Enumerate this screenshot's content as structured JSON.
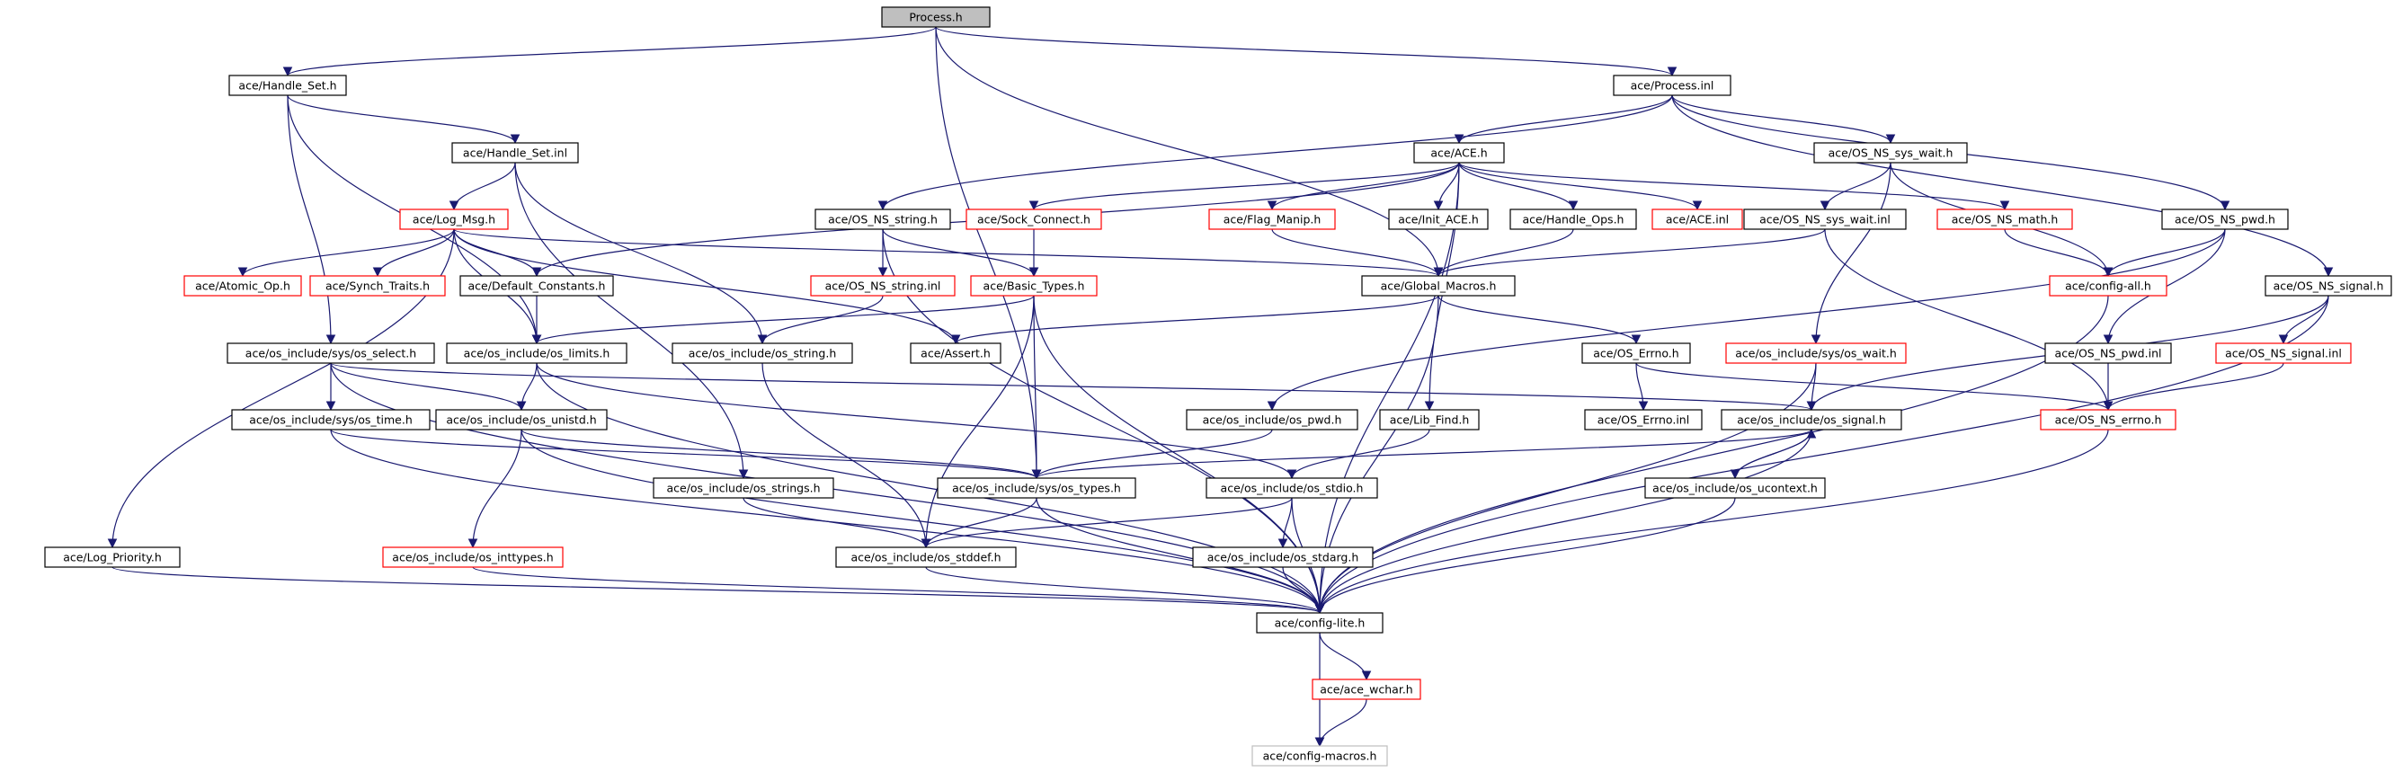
{
  "graph": {
    "title": "Process.h",
    "nodes": [
      {
        "id": "process_h",
        "label": "Process.h",
        "style": "root"
      },
      {
        "id": "handle_set_h",
        "label": "ace/Handle_Set.h",
        "style": "normal"
      },
      {
        "id": "process_inl",
        "label": "ace/Process.inl",
        "style": "normal"
      },
      {
        "id": "handle_set_inl",
        "label": "ace/Handle_Set.inl",
        "style": "normal"
      },
      {
        "id": "ace_h",
        "label": "ace/ACE.h",
        "style": "normal"
      },
      {
        "id": "os_ns_sys_wait_h",
        "label": "ace/OS_NS_sys_wait.h",
        "style": "normal"
      },
      {
        "id": "log_msg_h",
        "label": "ace/Log_Msg.h",
        "style": "red"
      },
      {
        "id": "os_ns_string_h",
        "label": "ace/OS_NS_string.h",
        "style": "normal"
      },
      {
        "id": "sock_connect_h",
        "label": "ace/Sock_Connect.h",
        "style": "red"
      },
      {
        "id": "flag_manip_h",
        "label": "ace/Flag_Manip.h",
        "style": "red"
      },
      {
        "id": "init_ace_h",
        "label": "ace/Init_ACE.h",
        "style": "normal"
      },
      {
        "id": "handle_ops_h",
        "label": "ace/Handle_Ops.h",
        "style": "normal"
      },
      {
        "id": "ace_inl",
        "label": "ace/ACE.inl",
        "style": "red"
      },
      {
        "id": "os_ns_sys_wait_inl",
        "label": "ace/OS_NS_sys_wait.inl",
        "style": "normal"
      },
      {
        "id": "os_ns_math_h",
        "label": "ace/OS_NS_math.h",
        "style": "red"
      },
      {
        "id": "os_ns_pwd_h",
        "label": "ace/OS_NS_pwd.h",
        "style": "normal"
      },
      {
        "id": "atomic_op_h",
        "label": "ace/Atomic_Op.h",
        "style": "red"
      },
      {
        "id": "synch_traits_h",
        "label": "ace/Synch_Traits.h",
        "style": "red"
      },
      {
        "id": "default_constants_h",
        "label": "ace/Default_Constants.h",
        "style": "normal"
      },
      {
        "id": "os_ns_string_inl",
        "label": "ace/OS_NS_string.inl",
        "style": "red"
      },
      {
        "id": "basic_types_h",
        "label": "ace/Basic_Types.h",
        "style": "red"
      },
      {
        "id": "global_macros_h",
        "label": "ace/Global_Macros.h",
        "style": "normal"
      },
      {
        "id": "config_all_h",
        "label": "ace/config-all.h",
        "style": "red"
      },
      {
        "id": "os_ns_signal_h",
        "label": "ace/OS_NS_signal.h",
        "style": "normal"
      },
      {
        "id": "os_select_h",
        "label": "ace/os_include/sys/os_select.h",
        "style": "normal"
      },
      {
        "id": "os_limits_h",
        "label": "ace/os_include/os_limits.h",
        "style": "normal"
      },
      {
        "id": "os_string_h",
        "label": "ace/os_include/os_string.h",
        "style": "normal"
      },
      {
        "id": "assert_h",
        "label": "ace/Assert.h",
        "style": "normal"
      },
      {
        "id": "os_errno_h",
        "label": "ace/OS_Errno.h",
        "style": "normal"
      },
      {
        "id": "os_wait_h",
        "label": "ace/os_include/sys/os_wait.h",
        "style": "red"
      },
      {
        "id": "os_ns_pwd_inl",
        "label": "ace/OS_NS_pwd.inl",
        "style": "normal"
      },
      {
        "id": "os_ns_signal_inl",
        "label": "ace/OS_NS_signal.inl",
        "style": "red"
      },
      {
        "id": "os_time_h",
        "label": "ace/os_include/sys/os_time.h",
        "style": "normal"
      },
      {
        "id": "os_unistd_h",
        "label": "ace/os_include/os_unistd.h",
        "style": "normal"
      },
      {
        "id": "os_pwd_h",
        "label": "ace/os_include/os_pwd.h",
        "style": "normal"
      },
      {
        "id": "lib_find_h",
        "label": "ace/Lib_Find.h",
        "style": "normal"
      },
      {
        "id": "os_errno_inl",
        "label": "ace/OS_Errno.inl",
        "style": "normal"
      },
      {
        "id": "os_signal_h",
        "label": "ace/os_include/os_signal.h",
        "style": "normal"
      },
      {
        "id": "os_ns_errno_h",
        "label": "ace/OS_NS_errno.h",
        "style": "red"
      },
      {
        "id": "os_strings_h",
        "label": "ace/os_include/os_strings.h",
        "style": "normal"
      },
      {
        "id": "os_types_h",
        "label": "ace/os_include/sys/os_types.h",
        "style": "normal"
      },
      {
        "id": "os_stdio_h",
        "label": "ace/os_include/os_stdio.h",
        "style": "normal"
      },
      {
        "id": "os_ucontext_h",
        "label": "ace/os_include/os_ucontext.h",
        "style": "normal"
      },
      {
        "id": "log_priority_h",
        "label": "ace/Log_Priority.h",
        "style": "normal"
      },
      {
        "id": "os_inttypes_h",
        "label": "ace/os_include/os_inttypes.h",
        "style": "red"
      },
      {
        "id": "os_stddef_h",
        "label": "ace/os_include/os_stddef.h",
        "style": "normal"
      },
      {
        "id": "os_stdarg_h",
        "label": "ace/os_include/os_stdarg.h",
        "style": "normal"
      },
      {
        "id": "config_lite_h",
        "label": "ace/config-lite.h",
        "style": "normal"
      },
      {
        "id": "ace_wchar_h",
        "label": "ace/ace_wchar.h",
        "style": "red"
      },
      {
        "id": "config_macros_h",
        "label": "ace/config-macros.h",
        "style": "gray"
      }
    ],
    "edges": [
      [
        "process_h",
        "handle_set_h"
      ],
      [
        "process_h",
        "process_inl"
      ],
      [
        "process_h",
        "os_types_h"
      ],
      [
        "process_h",
        "global_macros_h"
      ],
      [
        "handle_set_h",
        "handle_set_inl"
      ],
      [
        "handle_set_h",
        "os_select_h"
      ],
      [
        "handle_set_h",
        "os_limits_h"
      ],
      [
        "handle_set_inl",
        "log_msg_h"
      ],
      [
        "handle_set_inl",
        "os_string_h"
      ],
      [
        "handle_set_inl",
        "os_strings_h"
      ],
      [
        "process_inl",
        "ace_h"
      ],
      [
        "process_inl",
        "os_ns_string_h"
      ],
      [
        "process_inl",
        "os_ns_sys_wait_h"
      ],
      [
        "process_inl",
        "os_ns_pwd_h"
      ],
      [
        "process_inl",
        "os_ns_signal_h"
      ],
      [
        "ace_h",
        "default_constants_h"
      ],
      [
        "ace_h",
        "sock_connect_h"
      ],
      [
        "ace_h",
        "flag_manip_h"
      ],
      [
        "ace_h",
        "init_ace_h"
      ],
      [
        "ace_h",
        "handle_ops_h"
      ],
      [
        "ace_h",
        "ace_inl"
      ],
      [
        "ace_h",
        "os_ns_math_h"
      ],
      [
        "ace_h",
        "lib_find_h"
      ],
      [
        "ace_h",
        "config_lite_h"
      ],
      [
        "os_ns_sys_wait_h",
        "os_ns_sys_wait_inl"
      ],
      [
        "os_ns_sys_wait_h",
        "os_wait_h"
      ],
      [
        "os_ns_sys_wait_h",
        "config_all_h"
      ],
      [
        "log_msg_h",
        "atomic_op_h"
      ],
      [
        "log_msg_h",
        "synch_traits_h"
      ],
      [
        "log_msg_h",
        "default_constants_h"
      ],
      [
        "log_msg_h",
        "log_priority_h"
      ],
      [
        "log_msg_h",
        "global_macros_h"
      ],
      [
        "log_msg_h",
        "assert_h"
      ],
      [
        "log_msg_h",
        "os_limits_h"
      ],
      [
        "os_ns_string_h",
        "os_ns_string_inl"
      ],
      [
        "os_ns_string_h",
        "basic_types_h"
      ],
      [
        "os_ns_string_h",
        "config_lite_h"
      ],
      [
        "sock_connect_h",
        "basic_types_h"
      ],
      [
        "flag_manip_h",
        "global_macros_h"
      ],
      [
        "handle_ops_h",
        "global_macros_h"
      ],
      [
        "os_ns_sys_wait_inl",
        "global_macros_h"
      ],
      [
        "os_ns_sys_wait_inl",
        "os_ns_errno_h"
      ],
      [
        "os_ns_math_h",
        "config_all_h"
      ],
      [
        "os_ns_pwd_h",
        "config_all_h"
      ],
      [
        "os_ns_pwd_h",
        "os_ns_pwd_inl"
      ],
      [
        "os_ns_pwd_h",
        "os_pwd_h"
      ],
      [
        "default_constants_h",
        "os_limits_h"
      ],
      [
        "os_ns_string_inl",
        "os_string_h"
      ],
      [
        "basic_types_h",
        "os_limits_h"
      ],
      [
        "basic_types_h",
        "os_types_h"
      ],
      [
        "basic_types_h",
        "os_stddef_h"
      ],
      [
        "basic_types_h",
        "config_lite_h"
      ],
      [
        "global_macros_h",
        "assert_h"
      ],
      [
        "global_macros_h",
        "os_errno_h"
      ],
      [
        "global_macros_h",
        "config_lite_h"
      ],
      [
        "config_all_h",
        "config_lite_h"
      ],
      [
        "os_ns_signal_h",
        "os_signal_h"
      ],
      [
        "os_ns_signal_h",
        "os_ns_signal_inl"
      ],
      [
        "os_ns_signal_h",
        "config_lite_h"
      ],
      [
        "os_select_h",
        "os_time_h"
      ],
      [
        "os_select_h",
        "os_unistd_h"
      ],
      [
        "os_select_h",
        "os_signal_h"
      ],
      [
        "os_select_h",
        "config_lite_h"
      ],
      [
        "os_limits_h",
        "os_unistd_h"
      ],
      [
        "os_limits_h",
        "os_stdio_h"
      ],
      [
        "os_limits_h",
        "config_lite_h"
      ],
      [
        "os_string_h",
        "os_stddef_h"
      ],
      [
        "os_errno_h",
        "os_errno_inl"
      ],
      [
        "os_errno_h",
        "os_ns_errno_h"
      ],
      [
        "os_wait_h",
        "os_signal_h"
      ],
      [
        "os_wait_h",
        "config_lite_h"
      ],
      [
        "os_ns_pwd_inl",
        "os_ns_errno_h"
      ],
      [
        "os_ns_signal_inl",
        "os_ns_errno_h"
      ],
      [
        "os_time_h",
        "os_types_h"
      ],
      [
        "os_time_h",
        "config_lite_h"
      ],
      [
        "os_unistd_h",
        "os_types_h"
      ],
      [
        "os_unistd_h",
        "os_inttypes_h"
      ],
      [
        "os_unistd_h",
        "config_lite_h"
      ],
      [
        "os_pwd_h",
        "os_types_h"
      ],
      [
        "lib_find_h",
        "os_stdio_h"
      ],
      [
        "os_signal_h",
        "os_types_h"
      ],
      [
        "os_signal_h",
        "os_ucontext_h"
      ],
      [
        "os_signal_h",
        "config_lite_h"
      ],
      [
        "os_ucontext_h",
        "os_signal_h"
      ],
      [
        "os_ucontext_h",
        "config_lite_h"
      ],
      [
        "os_ns_errno_h",
        "config_lite_h"
      ],
      [
        "os_strings_h",
        "os_stddef_h"
      ],
      [
        "os_types_h",
        "os_stddef_h"
      ],
      [
        "os_types_h",
        "config_lite_h"
      ],
      [
        "os_stdio_h",
        "os_stddef_h"
      ],
      [
        "os_stdio_h",
        "os_stdarg_h"
      ],
      [
        "os_stdio_h",
        "config_lite_h"
      ],
      [
        "log_priority_h",
        "config_lite_h"
      ],
      [
        "os_inttypes_h",
        "config_lite_h"
      ],
      [
        "os_stddef_h",
        "config_lite_h"
      ],
      [
        "os_stdarg_h",
        "config_lite_h"
      ],
      [
        "config_lite_h",
        "ace_wchar_h"
      ],
      [
        "config_lite_h",
        "config_macros_h"
      ],
      [
        "ace_wchar_h",
        "config_macros_h"
      ]
    ]
  }
}
